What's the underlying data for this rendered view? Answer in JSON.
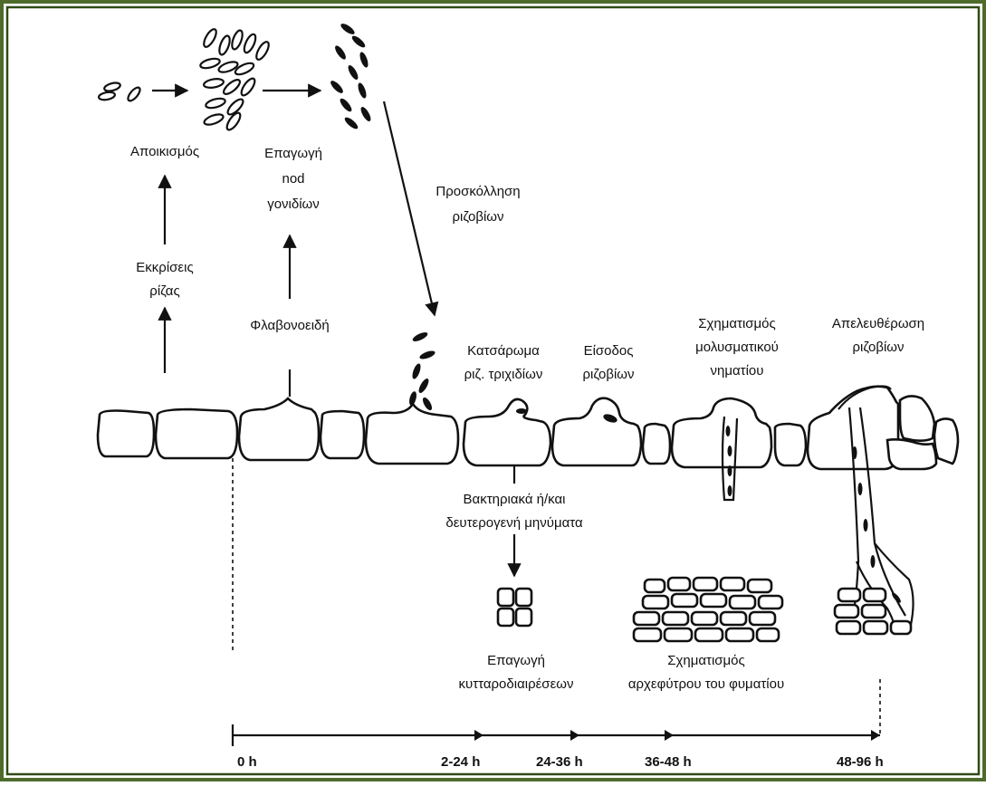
{
  "colors": {
    "border_outer": "#4e6b2c",
    "border_inner": "#2f4a16",
    "ink": "#111111",
    "background": "#ffffff"
  },
  "labels": {
    "colonization": [
      "Αποικισμός"
    ],
    "root_exudates": [
      "Εκκρίσεις",
      "ρίζας"
    ],
    "nod_induction": [
      "Επαγωγή",
      "nod",
      "γονιδίων"
    ],
    "flavonoids": [
      "Φλαβονοειδή"
    ],
    "attachment": [
      "Προσκόλληση",
      "ριζοβίων"
    ],
    "root_hair_curling": [
      "Κατσάρωμα",
      "ριζ. τριχιδίων"
    ],
    "rhizobia_entry": [
      "Είσοδος",
      "ριζοβίων"
    ],
    "infection_thread": [
      "Σχηματισμός",
      "μολυσματικού",
      "νηματίου"
    ],
    "rhizobia_release": [
      "Απελευθέρωση",
      "ριζοβίων"
    ],
    "signals": [
      "Βακτηριακά ή/και",
      "δευτερογενή μηνύματα"
    ],
    "cell_division": [
      "Επαγωγή",
      "κυτταροδιαιρέσεων"
    ],
    "nodule_primordium": [
      "Σχηματισμός",
      "αρχεφύτρου του φυματίου"
    ]
  },
  "timeline": [
    "0 h",
    "2-24 h",
    "24-36 h",
    "36-48 h",
    "48-96 h"
  ]
}
